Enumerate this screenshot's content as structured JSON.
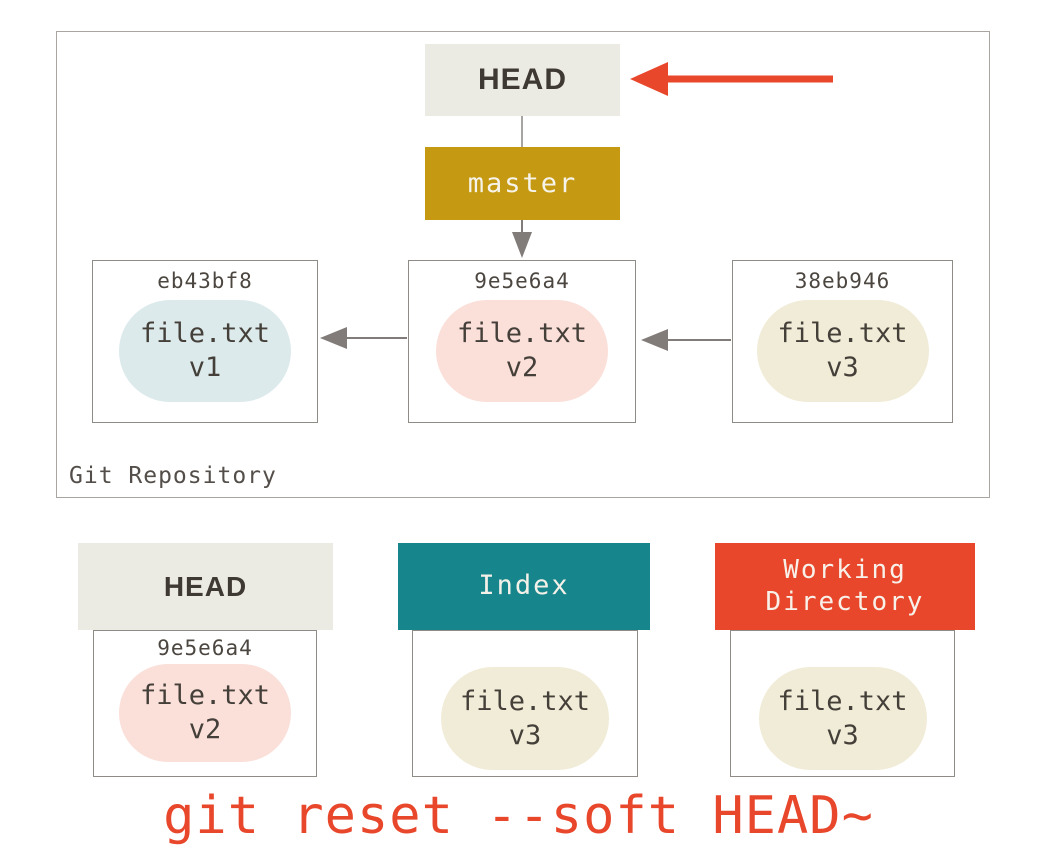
{
  "repository": {
    "label": "Git Repository",
    "head": {
      "label": "HEAD"
    },
    "branch": {
      "label": "master"
    },
    "commits": [
      {
        "hash": "eb43bf8",
        "file": "file.txt",
        "version": "v1"
      },
      {
        "hash": "9e5e6a4",
        "file": "file.txt",
        "version": "v2"
      },
      {
        "hash": "38eb946",
        "file": "file.txt",
        "version": "v3"
      }
    ]
  },
  "trees": [
    {
      "title": "HEAD",
      "hash": "9e5e6a4",
      "file": "file.txt",
      "version": "v2"
    },
    {
      "title": "Index",
      "file": "file.txt",
      "version": "v3"
    },
    {
      "title": "Working Directory",
      "file": "file.txt",
      "version": "v3"
    }
  ],
  "caption": "git reset --soft HEAD~",
  "colors": {
    "head_fill": "#ecebe3",
    "branch_fill": "#c59a12",
    "index_fill": "#17858c",
    "workdir_fill": "#e8472b",
    "caption_red": "#e8472b",
    "arrow_red": "#e8472b",
    "arrow_gray": "#817c79",
    "box_border_gray": "#8f8b87",
    "pill_blue": "#dceaeb",
    "pill_pink": "#fbdfd9",
    "pill_beige": "#f1ecd7",
    "text_dark": "#443f39"
  }
}
